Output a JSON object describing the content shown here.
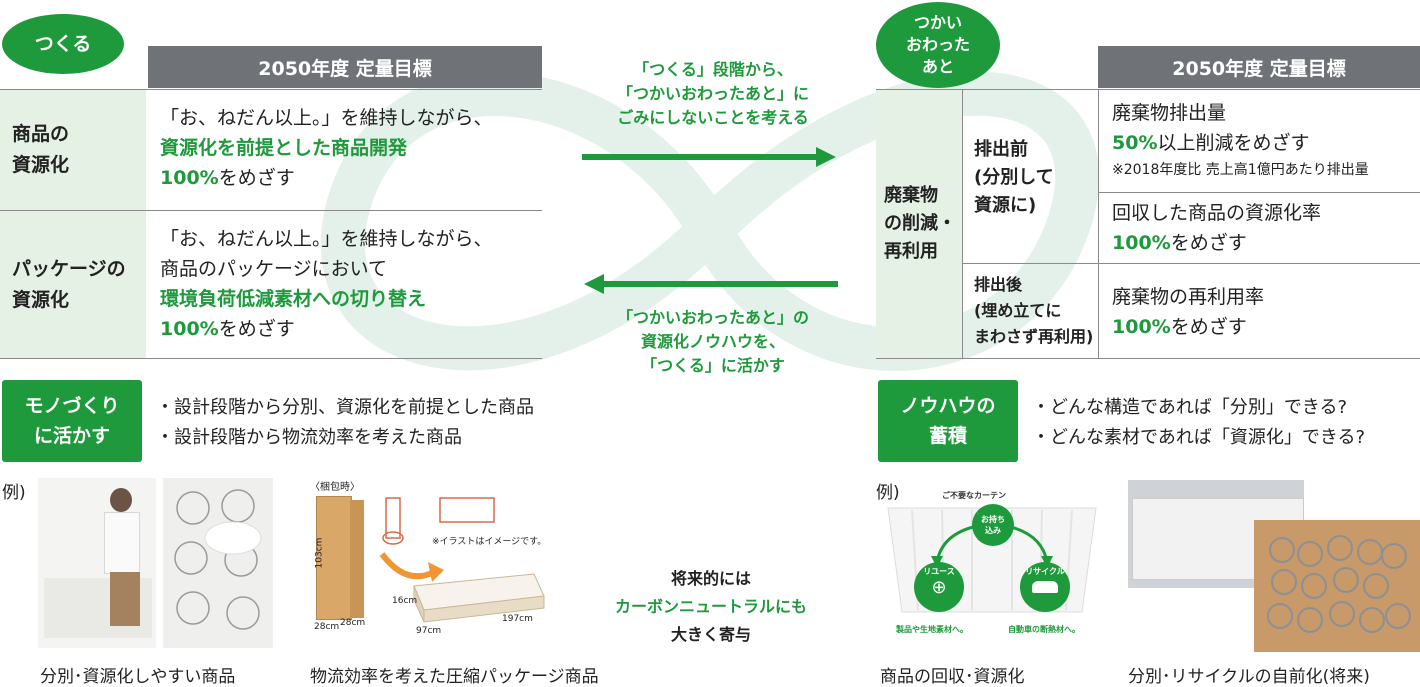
{
  "left": {
    "badge": "つくる",
    "header": "2050年度 定量目標",
    "rows": [
      {
        "label": "商品の\n資源化",
        "line1": "「お、ねだん以上。」を維持しながら、",
        "line2_green": "資源化を前提とした商品開発",
        "line3_green": "100%",
        "line3_rest": "をめざす"
      },
      {
        "label": "パッケージの\n資源化",
        "line1": "「お、ねだん以上。」を維持しながら、",
        "line2": "商品のパッケージにおいて",
        "line3_green": "環境負荷低減素材への切り替え",
        "line4_green": "100%",
        "line4_rest": "をめざす"
      }
    ],
    "section_badge": "モノづくり\nに活かす",
    "bullets": [
      "・設計段階から分別、資源化を前提とした商品",
      "・設計段階から物流効率を考えた商品"
    ],
    "example_label": "例)",
    "captions": [
      "分別･資源化しやすい商品",
      "物流効率を考えた圧縮パッケージ商品"
    ],
    "package_illust": {
      "label": "〈梱包時〉",
      "note": "※イラストはイメージです。",
      "dims": [
        "103cm",
        "28cm",
        "28cm",
        "16cm",
        "97cm",
        "197cm"
      ]
    }
  },
  "middle": {
    "top_text": "「つくる」段階から、\n「つかいおわったあと」に\nごみにしないことを考える",
    "bottom_text": "「つかいおわったあと」の\n資源化ノウハウを、\n「つくる」に活かす",
    "future_line1": "将来的には",
    "future_line2": "カーボンニュートラルにも",
    "future_line3": "大きく寄与"
  },
  "right": {
    "badge": "つかい\nおわった\nあと",
    "header": "2050年度 定量目標",
    "main_label": "廃棄物\nの削減・\n再利用",
    "sub_before": "排出前\n(分別して\n資源に)",
    "sub_after": "排出後\n(埋め立てに\nまわさず再利用)",
    "goal1_line1": "廃棄物排出量",
    "goal1_green": "50%",
    "goal1_rest": "以上削減をめざす",
    "goal1_note": "※2018年度比 売上高1億円あたり排出量",
    "goal2_line1": "回収した商品の資源化率",
    "goal2_green": "100%",
    "goal2_rest": "をめざす",
    "goal3_line1": "廃棄物の再利用率",
    "goal3_green": "100%",
    "goal3_rest": "をめざす",
    "section_badge": "ノウハウの\n蓄積",
    "bullets": [
      "・どんな構造であれば「分別」できる?",
      "・どんな素材であれば「資源化」できる?"
    ],
    "example_label": "例)",
    "captions": [
      "商品の回収･資源化",
      "分別･リサイクルの自前化(将来)"
    ],
    "curtain_illust": {
      "top": "ご不要なカーテン",
      "center": "お持ち\n込み",
      "reuse": "リユース",
      "recycle": "リサイクル",
      "reuse_note": "製品や生地素材へ。",
      "recycle_note": "自動車の断熱材へ。"
    }
  },
  "colors": {
    "green": "#1e9a3c",
    "header_gray": "#6f7378",
    "label_bg": "#e6f1e6",
    "watermark": "#e3f1ea"
  }
}
